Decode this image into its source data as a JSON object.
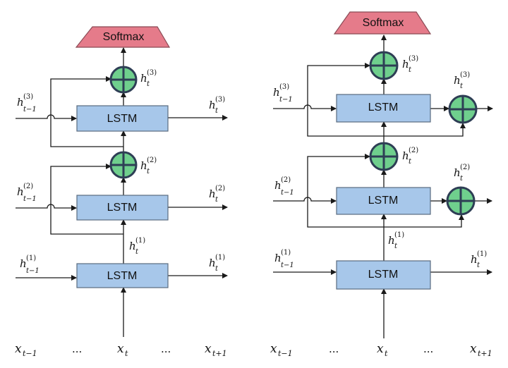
{
  "lstm_label": "LSTM",
  "softmax_label": "Softmax",
  "ellipsis": "...",
  "h": "h",
  "x": "x",
  "t": "t",
  "tm1": "t−1",
  "tp1": "t+1",
  "sup1": "(1)",
  "sup2": "(2)",
  "sup3": "(3)"
}
